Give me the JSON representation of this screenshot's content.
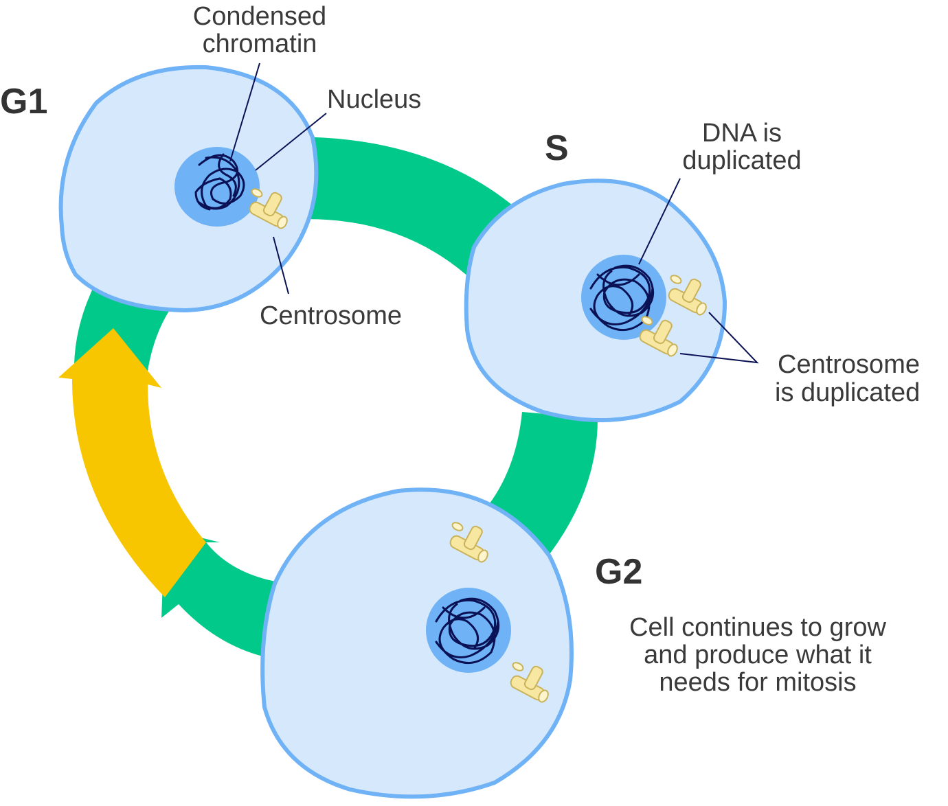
{
  "phases": {
    "g1": "G1",
    "s": "S",
    "g2": "G2"
  },
  "labels": {
    "condensed_chromatin_line1": "Condensed",
    "condensed_chromatin_line2": "chromatin",
    "nucleus": "Nucleus",
    "centrosome": "Centrosome",
    "dna_dup_line1": "DNA is",
    "dna_dup_line2": "duplicated",
    "centrosome_dup_line1": "Centrosome",
    "centrosome_dup_line2": "is duplicated",
    "g2_desc_line1": "Cell continues to grow",
    "g2_desc_line2": "and produce what it",
    "g2_desc_line3": "needs for mitosis"
  },
  "colors": {
    "cycle_arrow": "#00c98a",
    "mitosis_arrow": "#f7c600",
    "cell_fill": "#d6e8fb",
    "cell_outline": "#6fb2f5",
    "nucleus": "#6fb2f5",
    "chromatin": "#0b1155",
    "centrosome": "#f7e7a0"
  }
}
